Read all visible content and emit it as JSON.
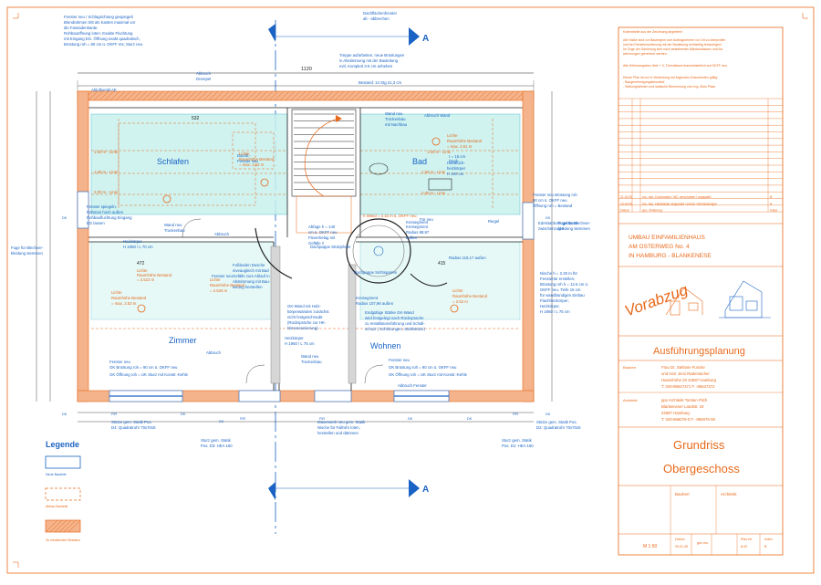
{
  "plan": {
    "marker_a": "A",
    "rooms": {
      "schlafen": "Schlafen",
      "bad": "Bad",
      "zimmer": "Zimmer",
      "wohnen": "Wohnen"
    },
    "dims": {
      "total": "1120",
      "d532": "532",
      "d472": "472",
      "d415": "415"
    },
    "notes_blue": [
      "Fenster neu / Schlagrichtung gespiegelt",
      "Blendrahmen tritt als Kasten maximal vor",
      "die Fassadenkante.",
      "Rohbauöffnung loten; Exakte Fluchtung",
      "mit Eingang EG. Öffnung exakt quadratisch,",
      "Brüstung roh = 90 cm ü. OKFF ms; Sturz neu",
      "Abbruch",
      "Drempel",
      "Dachflächenfenster",
      "alt - abbrechen",
      "Treppe aufarbeiten, neue Brüstungen",
      "in Abstimmung mit der Bauleitung",
      "evtl. Komplett 3-5 cm anheben",
      "Bestand: 14 Stg 21,3 cm",
      "Wand neu",
      "Trockenbau",
      "mit Nachbau",
      "Abbruch Wand",
      "Dachfl.-",
      "Fenster neu",
      "Handtuch-",
      "heizkörper",
      "H 100 cm",
      "Fenster spiegeln,",
      "Rahmen hoch außen",
      "Rohbaufluchtung Eingang",
      "EG lassen",
      "Wand neu",
      "Trockenbau",
      "Abbruch",
      "Heizkörper",
      "H 1950 / L 70 cm",
      "Abfage h = 140",
      "cm ü. OKFF neu",
      "Flexerbelag mit",
      "Gefälle !!",
      "Fußboden Dusche",
      "niveaugleich mit Bad",
      "Gefälle zum Ablauf in",
      "Abstimmung mit Bau-",
      "leitung herstellen",
      "GK-Wand mit Holz-",
      "körperwänden zunächst",
      "nicht festgeschraubt",
      "(Rückspräche zur HK-",
      "Dimensionierung)",
      "Heizkörper",
      "H 1950 / L 75 cm",
      "Wand neu",
      "Trockenbau",
      "Kreisegment",
      "Radius 107,96 außen",
      "Endgültige Stärke GK-Wand",
      "wird festgelegt nach Rücksprache",
      "zu Installationsführung und Schall-",
      "schutz ( Schlitzungen, Stahlstütze)",
      "Dachpappe Sichtsparren",
      "Fenster neu",
      "OK Brüstung roh = 90 cm ü. OKFF neu",
      "OK Öffnung roh = UK Sturz mit Konstr.-Kehle",
      "Abbruch",
      "Fenster neu",
      "OK Brüstung roh = 90 cm ü. OKFF neu",
      "OK Öffnung roh = UK Sturz mit Konstr.-Kehle",
      "Abbruch Fenster",
      "Fenster neu Brüstung roh",
      "90 cm ü. OKFF neu",
      "Öffnung roh = Bestand",
      "Edelstahlrohr gebäumt",
      "zwischenzug 0",
      "Fuge für Blechver-",
      "kleidung stemmen",
      "Fuge für Blechver-",
      "kleidung stemmen",
      "Nische h = 2.25 m für",
      "Fenstertür erstellen;",
      "Brüstung roh h = 12.5 cm ü.",
      "OKFF neu. Tiefe 15 cm",
      "für wandbündigen Einbau",
      "Flachheizkörper;",
      "Heizkörper,",
      "H 1950 / L 75 cm",
      "Stütze gem. Statik Pos.",
      "D4: Quadratrohr 70x70x5",
      "Sturz gem. Statik",
      "Pos. D3: HEA 160",
      "Mauerwerk neu gem. Statik",
      "Nische für Fallrohr loten,",
      "herstellen und dämmen",
      "Sturz gem. Statik",
      "Pos. D1: HEA 160",
      "Stütze gem. Statik Pos.",
      "D2: Quadratrohr 70x70x5",
      "Kreisegment",
      "Radius 88,97",
      "außen",
      "Dachpappe Stützpfeiler",
      "Riegel",
      "Kreisegment",
      "Radius 119,17 außen",
      "r = 15 cm",
      "Dach-",
      "Fenster neu",
      "Für neu",
      "Abluftventil AE"
    ],
    "notes_orange": [
      "Lichte",
      "Raumhöhe Bestand",
      "= max. 2.52 m",
      "1.50 m - Linie",
      "1.00 m - Linie",
      "2.00 m - Linie",
      "Lichte",
      "Raumhöhe Bestand",
      "= max. 2.51 m",
      "1.00 m - Linie",
      "1.50 m - Linie",
      "2.00 m - Linie",
      "Lichte",
      "Raumhöhe Bestand",
      "= max. 2.53 m",
      "Lichte",
      "Raumhöhe Bestand",
      "= 2.526 m",
      "Lichte",
      "Raumhöhe Bestand",
      "= 2.52 m",
      "Lichte",
      "Raumhöhe Bestand",
      "= 2.522 m",
      "h Wand = 3.15 m ü. OKFF neu"
    ],
    "codes": [
      "DK",
      "DK",
      "DK",
      "FIR",
      "FIR",
      "FIR",
      "DK",
      "DK",
      "FIR",
      "DK",
      "DK",
      "DK"
    ]
  },
  "legend": {
    "title": "Legende",
    "items": [
      "Neue Bauteile",
      "Abbau Bauteile",
      "Zu erhaltender Bestand"
    ]
  },
  "titleblock": {
    "notes_orange": [
      "Kotennbelle aus der Zeichnung abgreifen!",
      "Alle Maße sind vor Baubeginn vom Auftragnehmer vor Ort zu überprüfen",
      "und bei Fenstermontierung mit der Bauleitung rechtzeitig festzulegen!",
      "Im Zuge der Sanierung sind nach bestehender Altbausubstanz und Ab-",
      "weichungen genehmet werden.",
      "Alle Höhenangaben über + 0, Türmüstand teammeisterlich auf OKFF neu.",
      "Dieser Plan ist nur in Verbindung mit folgenden Dokumenten gültig:",
      "- Baugenehmigungsbescheid",
      "- Stellungnahmen und statische Berechnung vom Ing.-Büro Pfaar"
    ],
    "revisions": [
      {
        "date": "21.02.05",
        "desc": "mo.  neu: Durchwand / WC verschoben / angepaßt",
        "idx": "B"
      },
      {
        "date": "10.02.05",
        "desc": "mo.  neu: Heizkörper angepaßt / sonstl. Vermassungen",
        "idx": "A"
      },
      {
        "date": "Datum",
        "desc": "gez.   Änderung",
        "idx": "Index"
      }
    ],
    "project": [
      "UMBAU EINFAMILIENHAUS",
      "AM OSTERWEG No. 4",
      "IN HAMBURG - BLANKENESE"
    ],
    "stamp": "Vorabzug",
    "phase": "Ausführungsplanung",
    "bauherr_label": "Bauherr",
    "bauherr": [
      "Frau Dr. Stefanie Funcke",
      "und Herr Jens Rademacher",
      "Hasenhöhe 20   22587 Hamburg",
      "T. 040-86647371   F. -86647372"
    ],
    "architekt_label": "Architekt",
    "architekt": [
      "pps Architekt Torsten Pilch",
      "Blankeneser Landstr. 19",
      "22587 Hamburg",
      "T. 040-866076-0   F. -866076-50"
    ],
    "drawing": [
      "Grundriss",
      "Obergeschoss"
    ],
    "sig_bauherr": "Bauherr",
    "sig_architekt": "Architekt",
    "scale": "M 1:50",
    "date_label": "Datum",
    "date": "05.01.05",
    "gez_label": "gez.",
    "gez": "mo.",
    "plan_label": "Plan-Nr.",
    "plan_no": "8-02",
    "index_label": "Index",
    "index": "B"
  }
}
